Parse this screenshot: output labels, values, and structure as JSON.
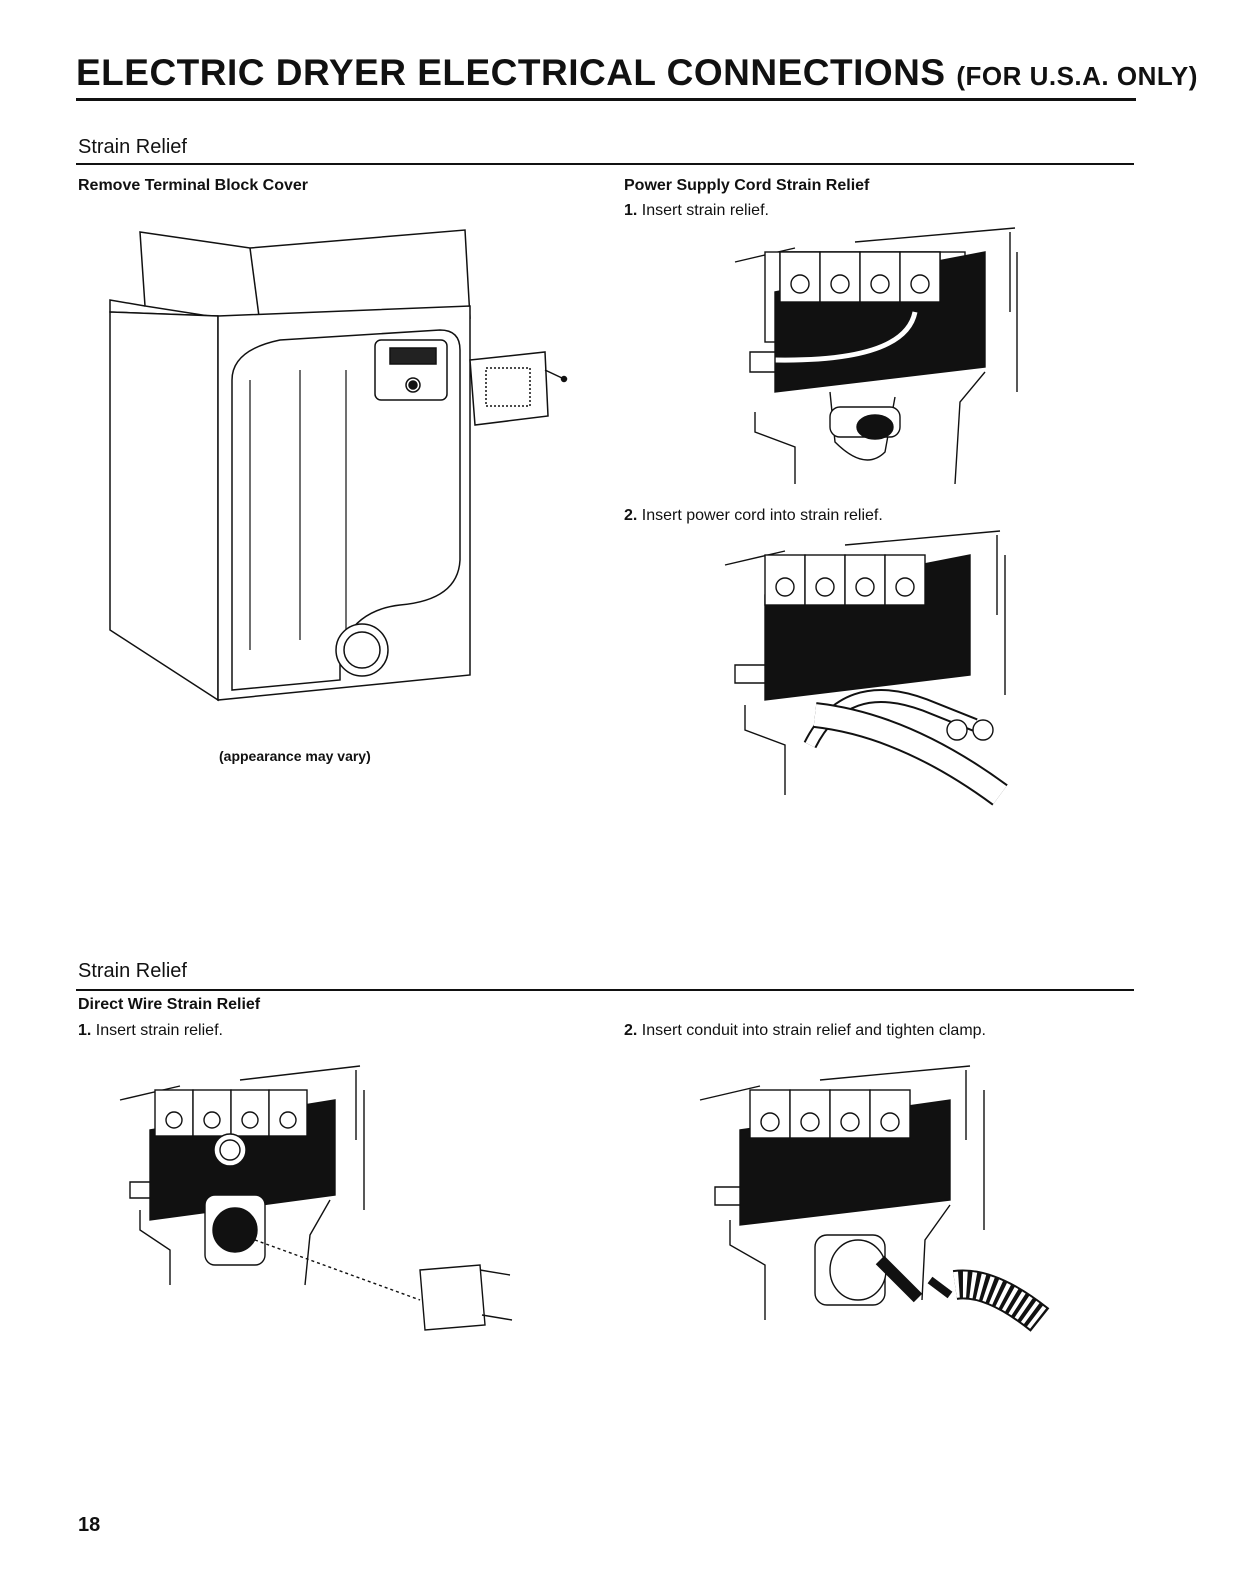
{
  "header": {
    "title": "ELECTRIC DRYER ELECTRICAL CONNECTIONS",
    "subtitle": "(FOR U.S.A. ONLY)"
  },
  "section1": {
    "heading": "Strain Relief",
    "left": {
      "heading": "Remove Terminal Block Cover",
      "caption": "(appearance may vary)"
    },
    "right": {
      "heading": "Power Supply Cord Strain Relief",
      "step1_num": "1.",
      "step1_text": "Insert strain relief.",
      "step2_num": "2.",
      "step2_text": "Insert power cord into strain relief."
    }
  },
  "section2": {
    "heading": "Strain Relief",
    "subheading": "Direct Wire Strain Relief",
    "step1_num": "1.",
    "step1_text": "Insert strain relief.",
    "step2_num": "2.",
    "step2_text": "Insert conduit into strain relief and tighten clamp."
  },
  "page_number": "18"
}
